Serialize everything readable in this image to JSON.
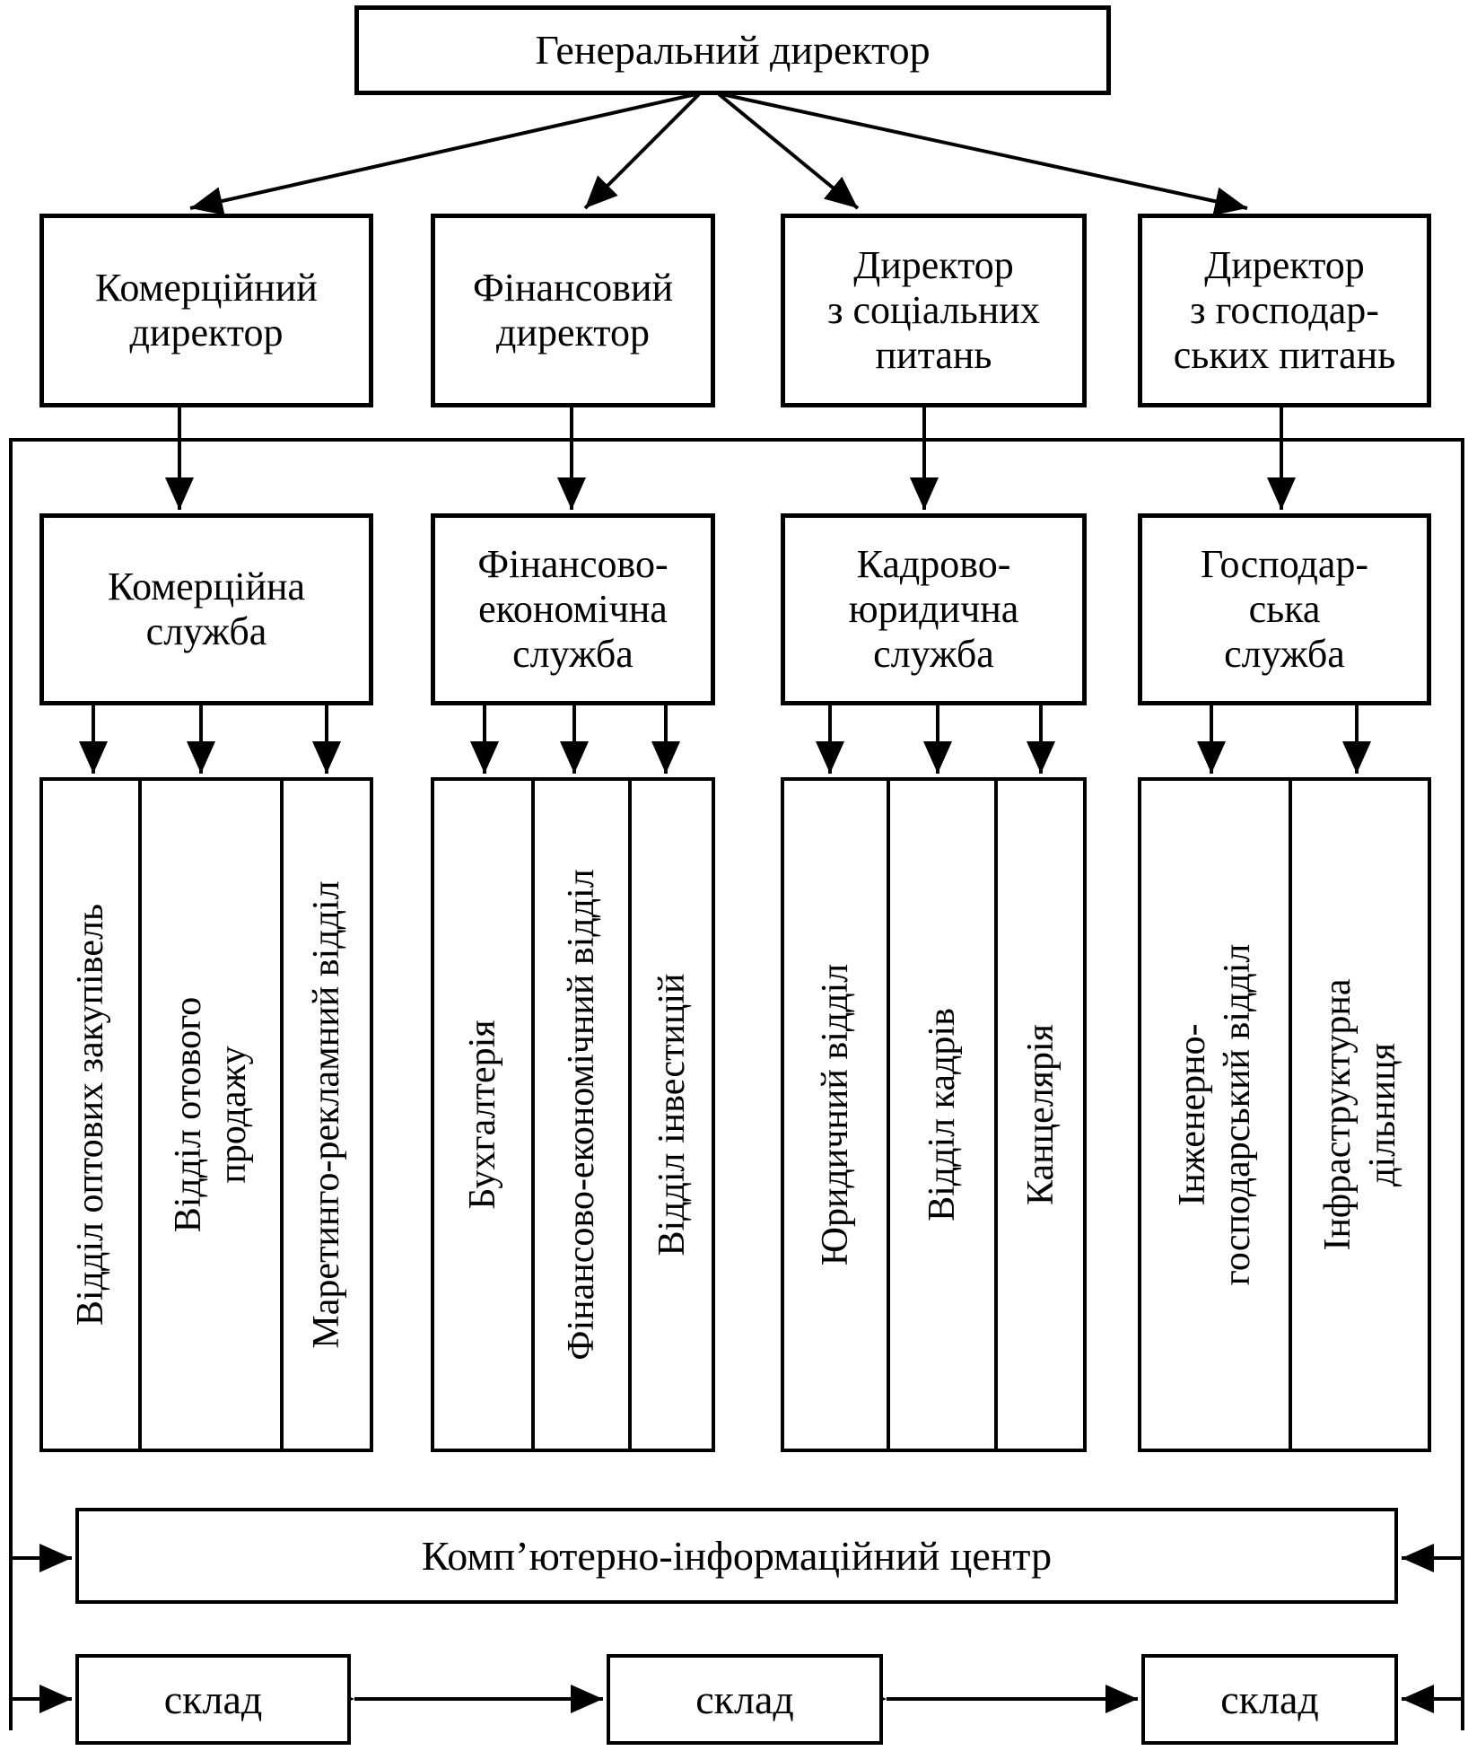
{
  "general_director": "Генеральний директор",
  "directors": [
    "Комерційний\nдиректор",
    "Фінансовий\nдиректор",
    "Директор\nз соціальних\nпитань",
    "Директор\nз господар-\nських питань"
  ],
  "services": [
    "Комерційна\nслужба",
    "Фінансово-\nекономічна\nслужба",
    "Кадрово-\nюридична\nслужба",
    "Господар-\nська\nслужба"
  ],
  "departments": [
    [
      "Відділ оптових закупівель",
      "Відділ отового\nпродажу",
      "Маретинго-рекламний відділ"
    ],
    [
      "Бухгалтерія",
      "Фінансово-економічний відділ",
      "Відділ інвестицій"
    ],
    [
      "Юридичний відділ",
      "Відділ кадрів",
      "Канцелярія"
    ],
    [
      "Інженерно-\nгосподарський відділ",
      "Інфраструктурна\nдільниця"
    ]
  ],
  "computer_center": "Комп’ютерно-інформаційний центр",
  "warehouses": [
    "склад",
    "склад",
    "склад"
  ]
}
